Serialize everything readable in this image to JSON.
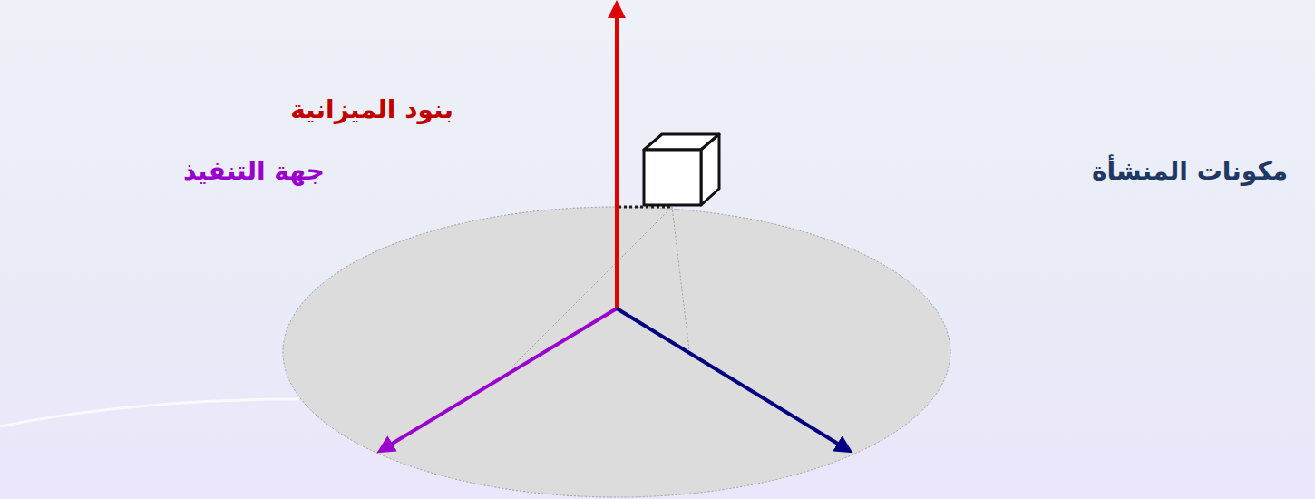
{
  "diagram": {
    "labels": [
      "بنود الميزانية",
      "جهة التنفيذ",
      "مكونات المنشأة"
    ]
  }
}
